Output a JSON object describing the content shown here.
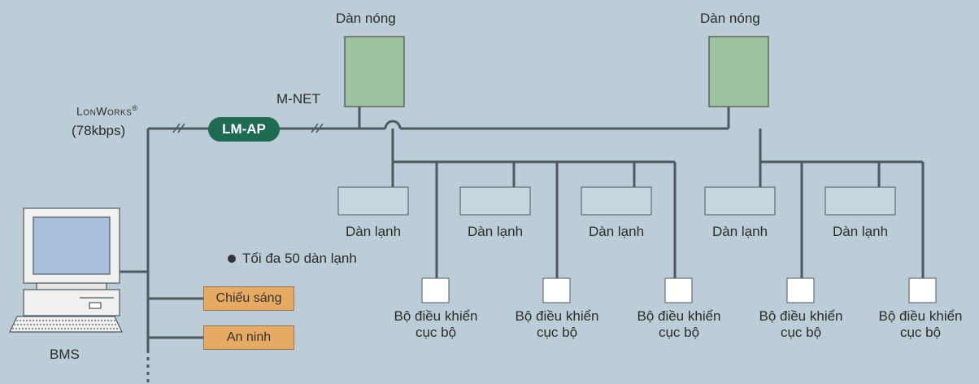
{
  "outdoor_units": [
    "Dàn nóng",
    "Dàn nóng"
  ],
  "indoor_units": [
    "Dàn lạnh",
    "Dàn lạnh",
    "Dàn lạnh",
    "Dàn lạnh",
    "Dàn lạnh"
  ],
  "remote_controllers": [
    {
      "line1": "Bộ điều khiển",
      "line2": "cục bộ"
    },
    {
      "line1": "Bộ điều khiển",
      "line2": "cục bộ"
    },
    {
      "line1": "Bộ điều khiển",
      "line2": "cục bộ"
    },
    {
      "line1": "Bộ điều khiển",
      "line2": "cục bộ"
    },
    {
      "line1": "Bộ điều khiển",
      "line2": "cục bộ"
    }
  ],
  "mnet_label": "M-NET",
  "lonworks": {
    "name": "LonWorks",
    "mark": "®",
    "speed": "(78kbps)"
  },
  "gateway_label": "LM-AP",
  "max_units_note": "Tối đa 50 dàn lạnh",
  "bms_label": "BMS",
  "subsystems": [
    "Chiếu sáng",
    "An ninh"
  ],
  "colors": {
    "background": "#bccdd7",
    "outdoor_unit": "#9dc49e",
    "indoor_unit": "#c5d6de",
    "gateway": "#1c6b52",
    "subsystem": "#e6aa63",
    "line": "#4d5961"
  }
}
